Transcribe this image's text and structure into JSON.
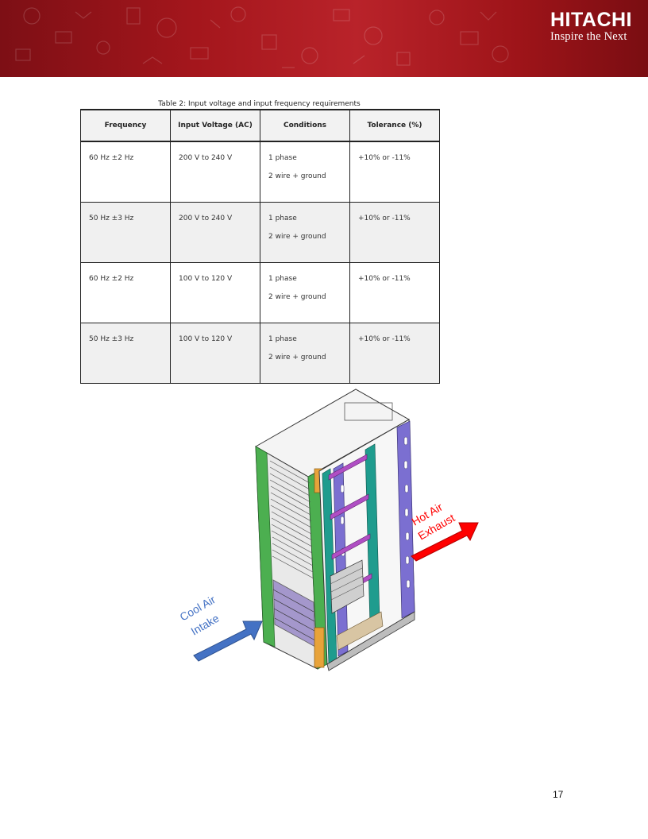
{
  "header": {
    "brand": "HITACHI",
    "tagline": "Inspire the Next"
  },
  "table": {
    "caption": "Table 2: Input voltage and input frequency requirements",
    "headers": [
      "Frequency",
      "Input Voltage (AC)",
      "Conditions",
      "Tolerance (%)"
    ],
    "rows": [
      {
        "frequency": "60 Hz ±2 Hz",
        "voltage": "200 V to 240 V",
        "phase": "1 phase",
        "wiring": "2 wire + ground",
        "tolerance": "+10% or -11%"
      },
      {
        "frequency": "50 Hz ±3 Hz",
        "voltage": "200 V to 240 V",
        "phase": "1 phase",
        "wiring": "2 wire + ground",
        "tolerance": "+10% or -11%"
      },
      {
        "frequency": "60 Hz ±2 Hz",
        "voltage": "100 V to 120 V",
        "phase": "1 phase",
        "wiring": "2 wire + ground",
        "tolerance": "+10% or -11%"
      },
      {
        "frequency": "50 Hz ±3 Hz",
        "voltage": "100 V to 120 V",
        "phase": "1 phase",
        "wiring": "2 wire + ground",
        "tolerance": "+10% or -11%"
      }
    ]
  },
  "figure": {
    "intake_line1": "Cool Air",
    "intake_line2": "Intake",
    "exhaust_line1": "Hot Air",
    "exhaust_line2": "Exhaust",
    "intake_color": "#4472c4",
    "exhaust_color": "#ff0000"
  },
  "page_number": "17"
}
